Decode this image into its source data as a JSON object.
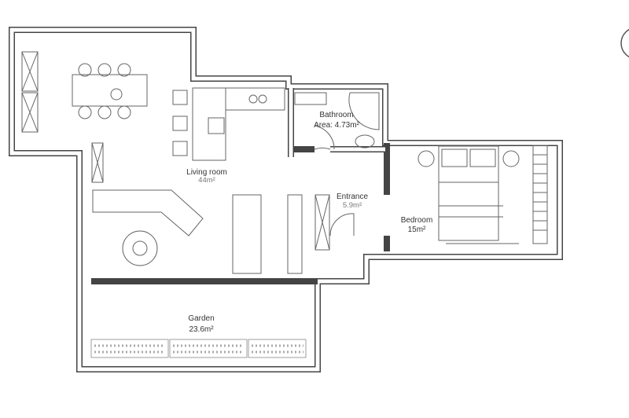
{
  "rooms": [
    {
      "name": "Living room",
      "area": "44m²"
    },
    {
      "name": "Bathroom",
      "area": "Area: 4.73m²"
    },
    {
      "name": "Entrance",
      "area": "5.9m²"
    },
    {
      "name": "Bedroom",
      "area": "15m²"
    },
    {
      "name": "Garden",
      "area": "23.6m²"
    }
  ],
  "colors": {
    "wall": "#444444",
    "line": "#666666"
  }
}
